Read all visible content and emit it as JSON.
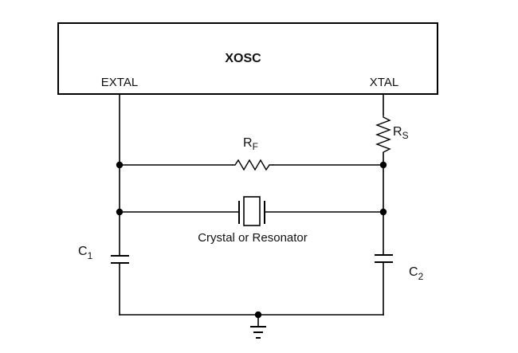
{
  "block": {
    "name": "XOSC",
    "pins": {
      "left": "EXTAL",
      "right": "XTAL"
    }
  },
  "components": {
    "rf": {
      "main": "R",
      "sub": "F"
    },
    "rs": {
      "main": "R",
      "sub": "S"
    },
    "c1": {
      "main": "C",
      "sub": "1"
    },
    "c2": {
      "main": "C",
      "sub": "2"
    },
    "crystal": {
      "label": "Crystal or Resonator"
    }
  }
}
